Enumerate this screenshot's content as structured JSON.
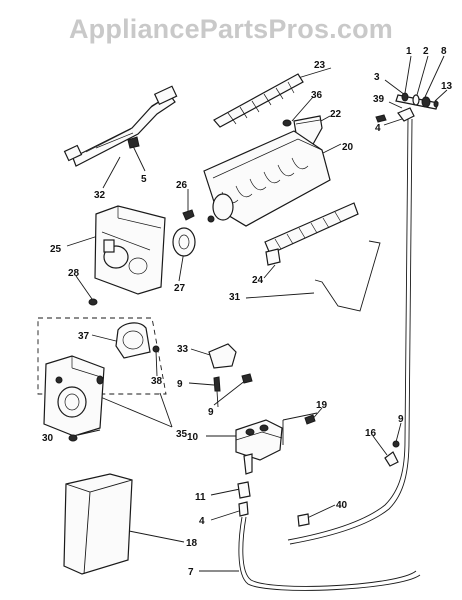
{
  "watermark": "AppliancePartsPros.com",
  "callouts": [
    "1",
    "2",
    "8",
    "13",
    "23",
    "3",
    "39",
    "4",
    "36",
    "22",
    "20",
    "32",
    "5",
    "26",
    "25",
    "28",
    "27",
    "24",
    "31",
    "37",
    "38",
    "33",
    "9",
    "9",
    "30",
    "35",
    "10",
    "19",
    "9",
    "16",
    "11",
    "40",
    "4",
    "18",
    "7"
  ]
}
